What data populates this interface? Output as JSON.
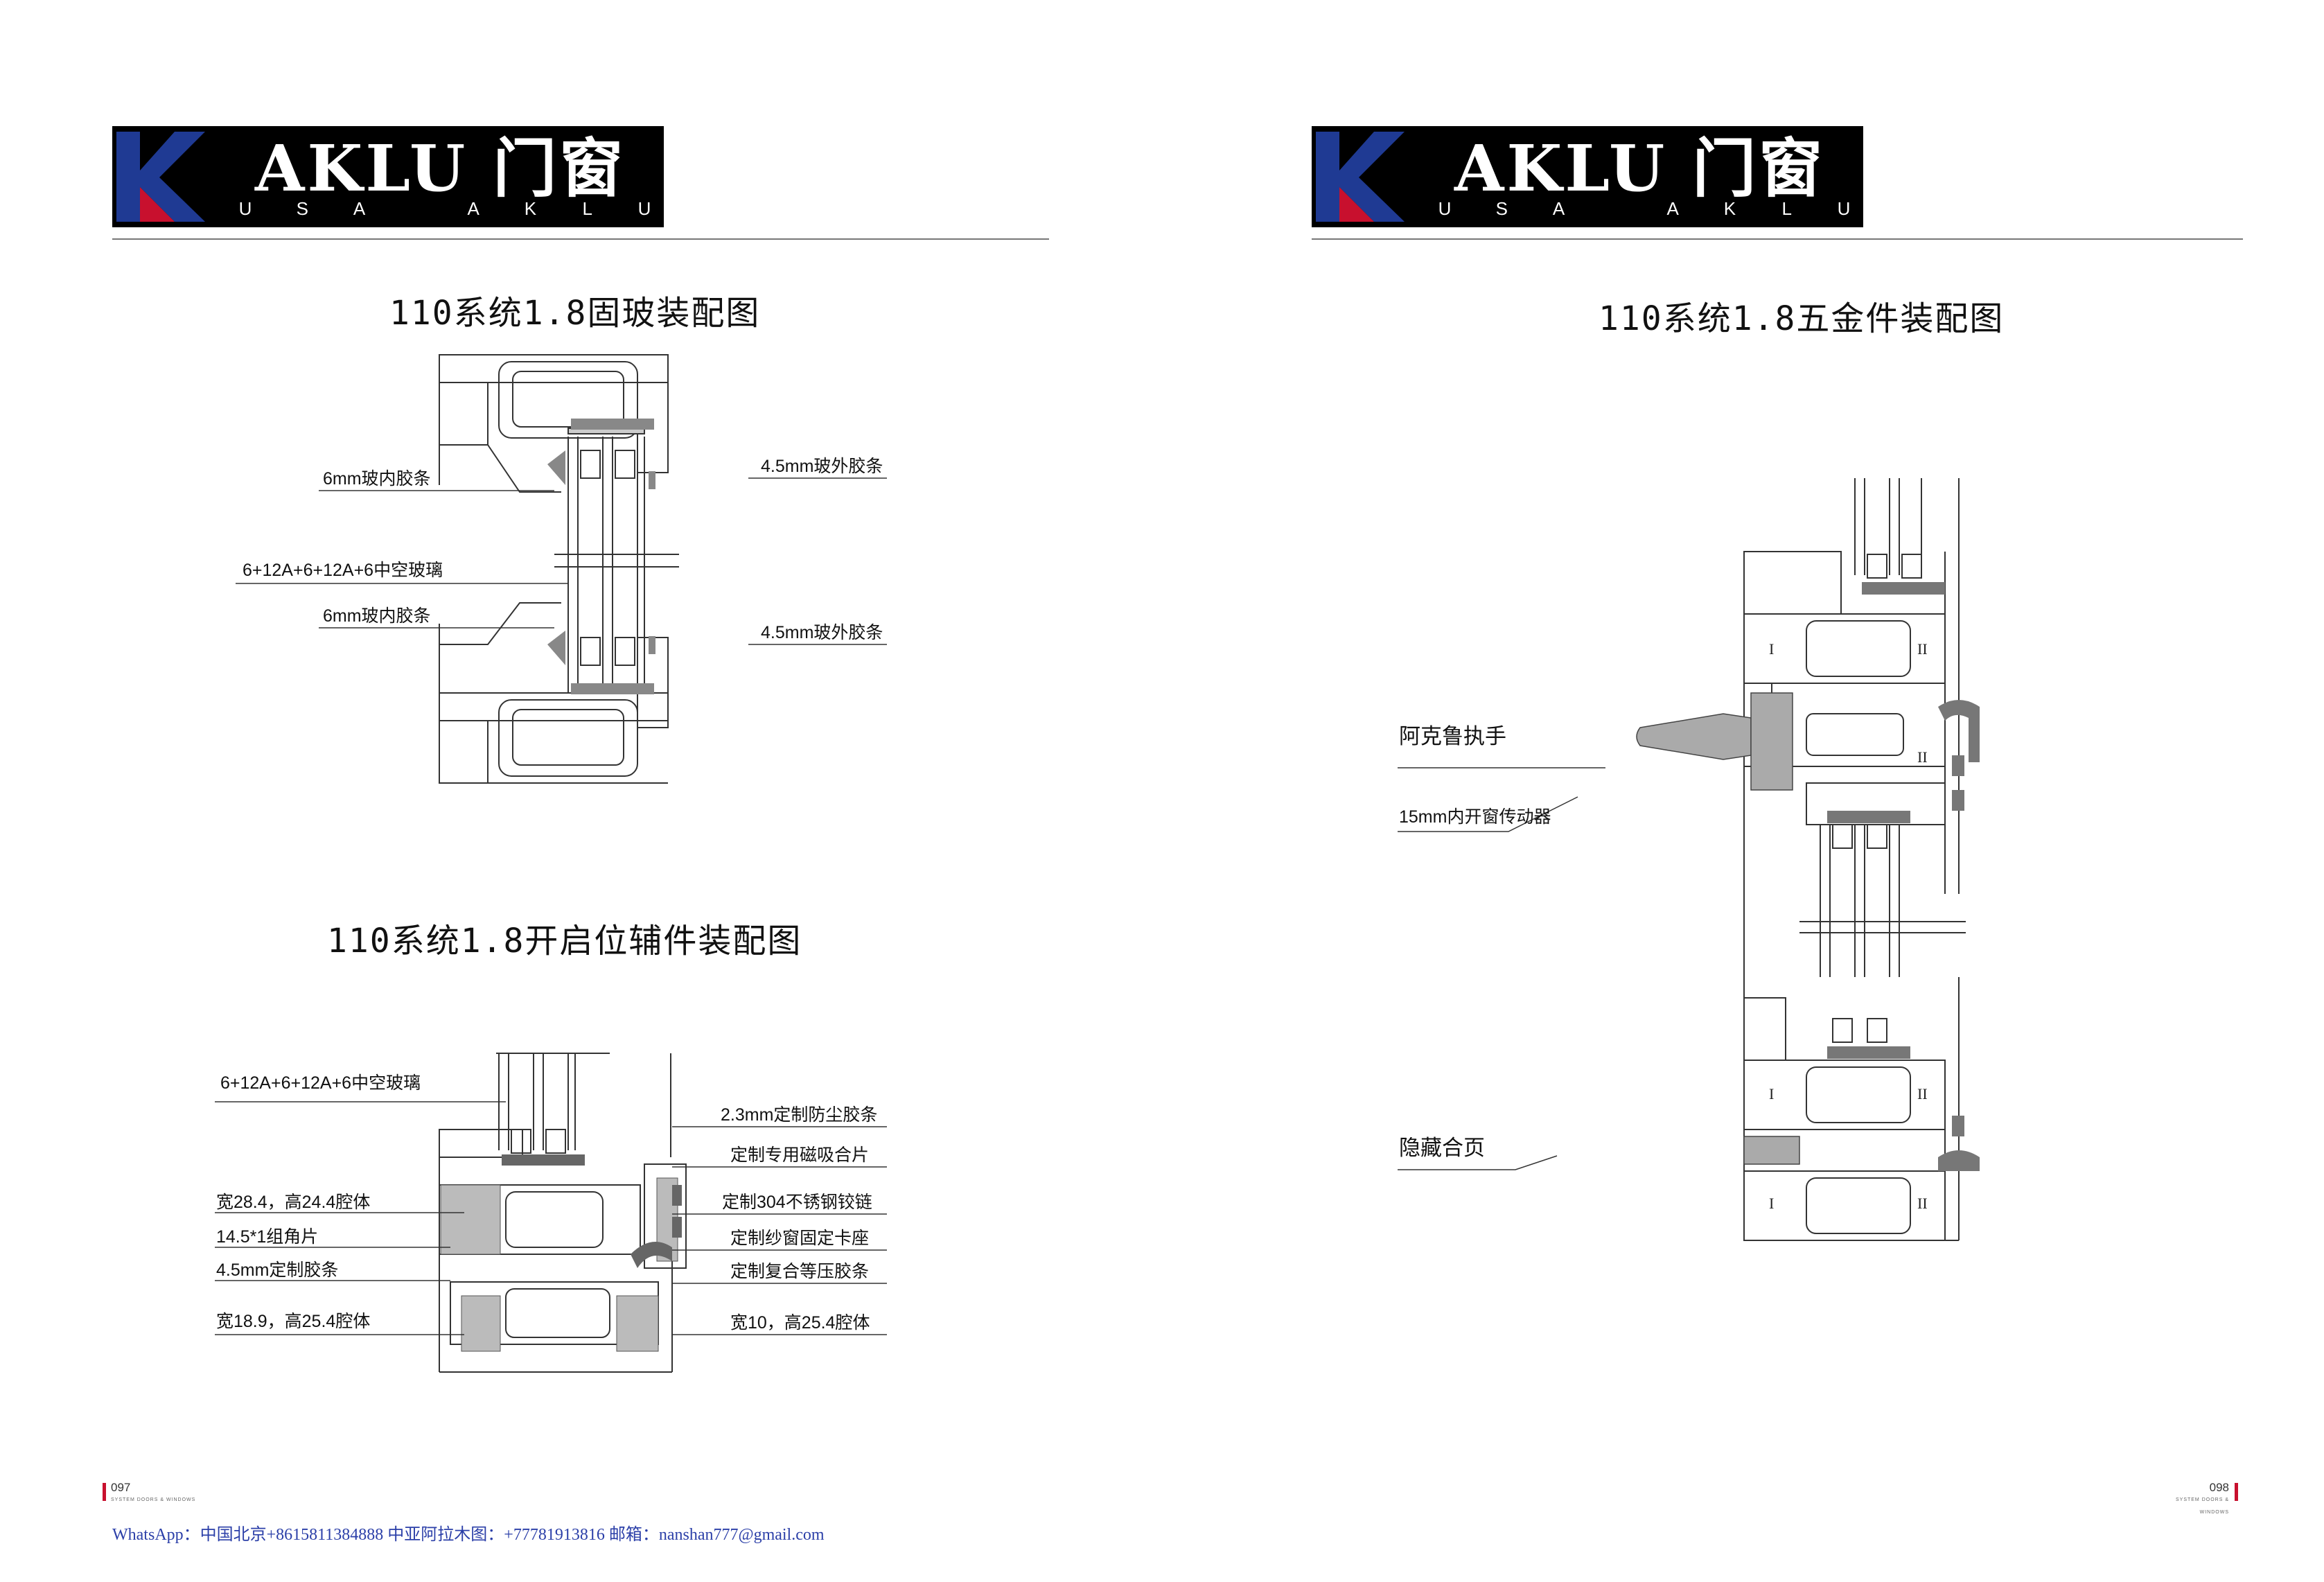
{
  "logo": {
    "brand": "AKLU 门窗",
    "subtitle_letters": [
      "U",
      "S",
      "A",
      "",
      "A",
      "K",
      "L",
      "U"
    ]
  },
  "left_page": {
    "diagram1": {
      "title": "110系统1.8固玻装配图",
      "labels": [
        "6mm玻内胶条",
        "4.5mm玻外胶条",
        "6+12A+6+12A+6中空玻璃",
        "6mm玻内胶条",
        "4.5mm玻外胶条"
      ]
    },
    "diagram2": {
      "title": "110系统1.8开启位辅件装配图",
      "labels_left": [
        "6+12A+6+12A+6中空玻璃",
        "宽28.4，高24.4腔体",
        "14.5*1组角片",
        "4.5mm定制胶条",
        "宽18.9，高25.4腔体"
      ],
      "labels_right": [
        "2.3mm定制防尘胶条",
        "定制专用磁吸合片",
        "定制304不锈钢铰链",
        "定制纱窗固定卡座",
        "定制复合等压胶条",
        "宽10，高25.4腔体"
      ]
    },
    "page_number": "097",
    "page_caption": "SYSTEM DOORS & WINDOWS",
    "footer": "WhatsApp：中国北京+8615811384888 中亚阿拉木图：+77781913816 邮箱：nanshan777@gmail.com"
  },
  "right_page": {
    "diagram3": {
      "title": "110系统1.8五金件装配图",
      "labels": [
        "阿克鲁执手",
        "15mm内开窗传动器",
        "隐藏合页"
      ],
      "chamber_marks": [
        "I",
        "II"
      ]
    },
    "page_number": "098",
    "page_caption": "SYSTEM DOORS & WINDOWS"
  },
  "colors": {
    "logo_bg": "#000000",
    "logo_blue": "#1f3a93",
    "logo_red": "#c8102e",
    "footer_text": "#2b3fa8",
    "line": "#333333"
  }
}
